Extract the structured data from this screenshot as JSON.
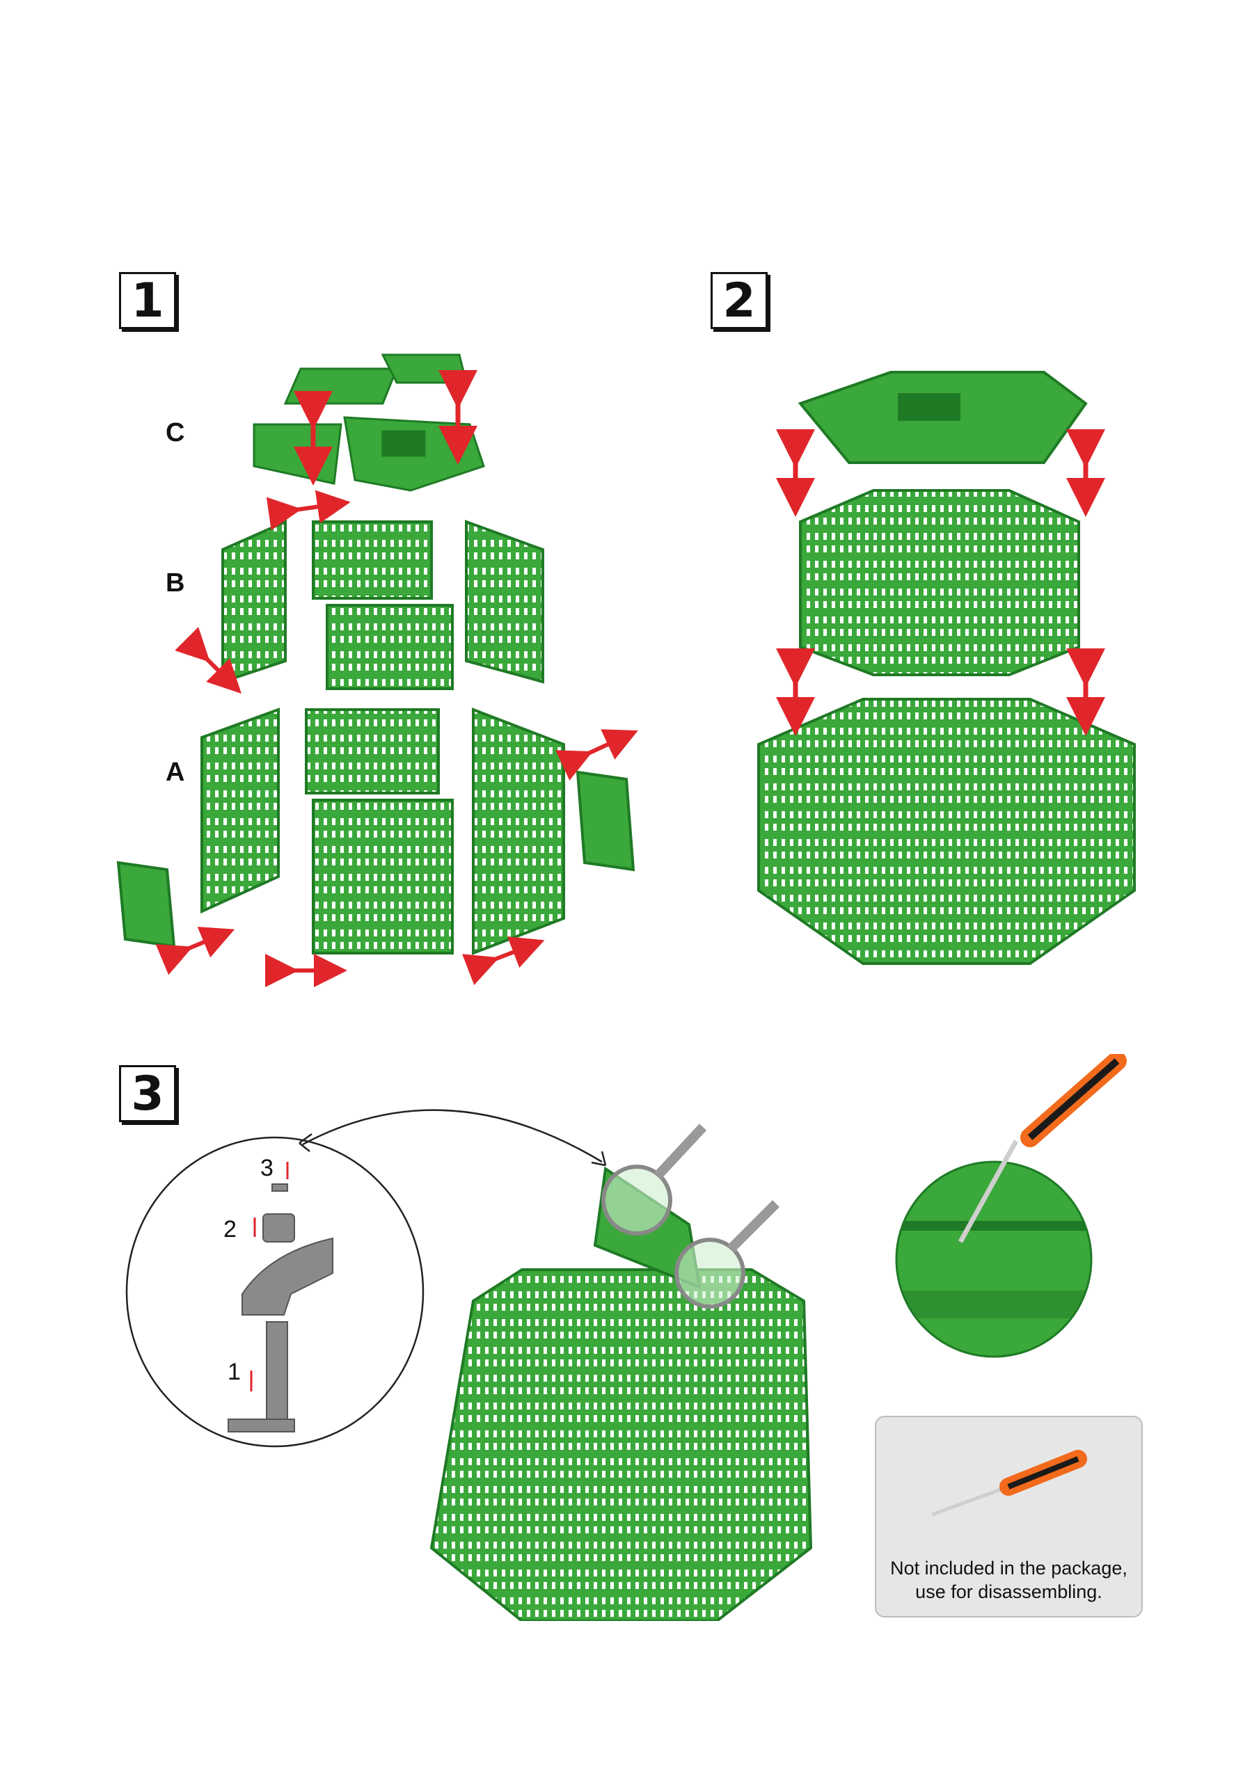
{
  "steps": {
    "step1": "1",
    "step2": "2",
    "step3": "3"
  },
  "layer_labels": {
    "c": "C",
    "b": "B",
    "a": "A"
  },
  "cap_steps": {
    "one": "1",
    "two": "2",
    "three": "3"
  },
  "note": {
    "line1": "Not included in the package,",
    "line2": "use for disassembling."
  },
  "colors": {
    "panel_green": "#3aa83a",
    "panel_dark": "#1f7a25",
    "arrow_red": "#e0262b",
    "part_gray": "#8a8a8a"
  }
}
